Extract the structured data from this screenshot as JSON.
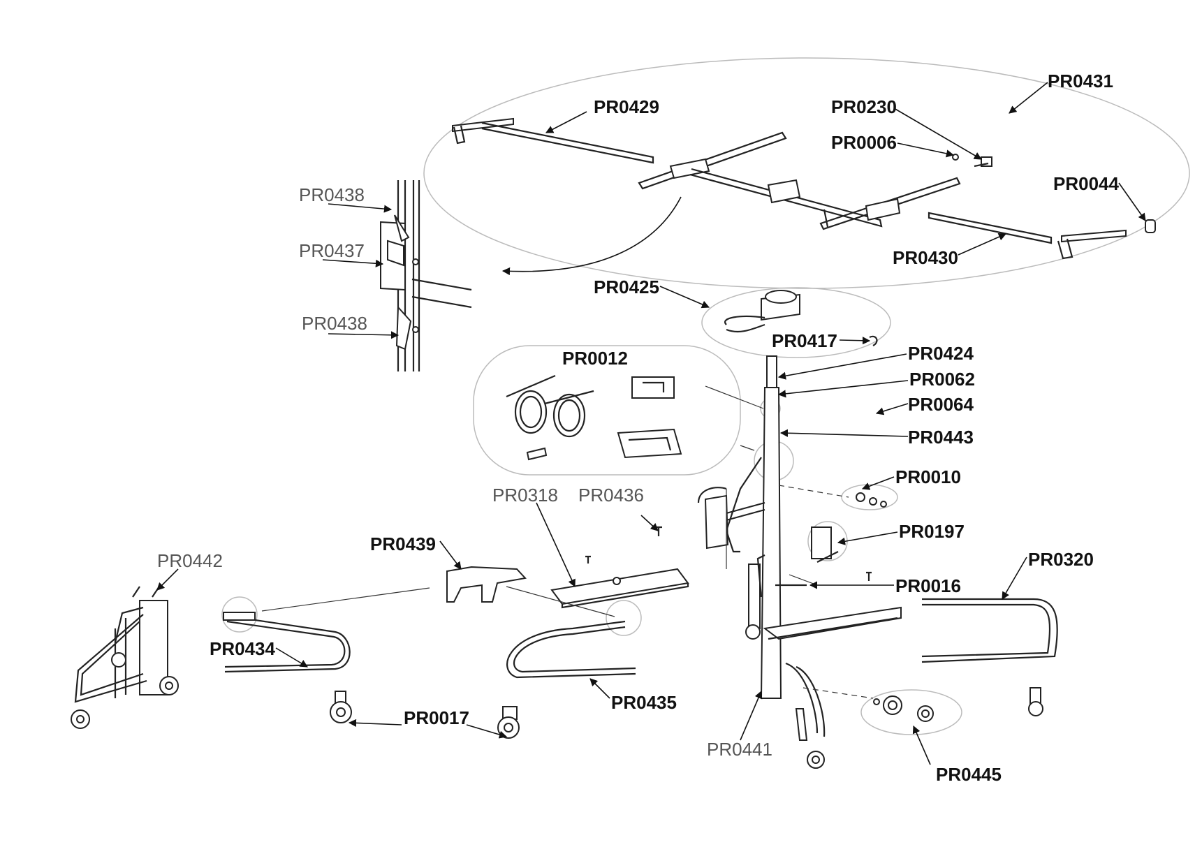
{
  "labels": {
    "PR0431": "PR0431",
    "PR0429": "PR0429",
    "PR0230": "PR0230",
    "PR0006": "PR0006",
    "PR0044": "PR0044",
    "PR0430": "PR0430",
    "PR0425": "PR0425",
    "PR0417": "PR0417",
    "PR0424": "PR0424",
    "PR0062": "PR0062",
    "PR0064": "PR0064",
    "PR0443": "PR0443",
    "PR0012": "PR0012",
    "PR0010": "PR0010",
    "PR0197": "PR0197",
    "PR0016": "PR0016",
    "PR0320": "PR0320",
    "PR0318": "PR0318",
    "PR0436": "PR0436",
    "PR0439": "PR0439",
    "PR0442": "PR0442",
    "PR0434": "PR0434",
    "PR0435": "PR0435",
    "PR0017": "PR0017",
    "PR0441": "PR0441",
    "PR0445": "PR0445",
    "PR0438a": "PR0438",
    "PR0437": "PR0437",
    "PR0438b": "PR0438"
  }
}
